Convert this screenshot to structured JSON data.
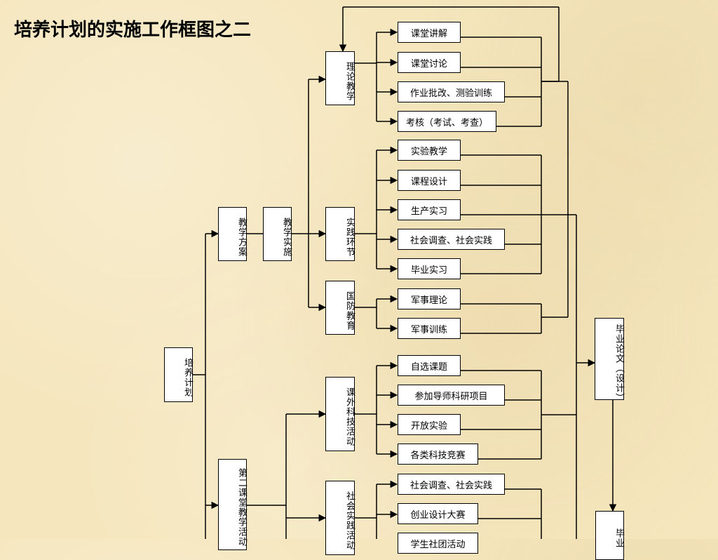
{
  "title": "培养计划的实施工作框图之二",
  "nodes": {
    "root": "培养计划",
    "teaching_plan": "教学方案",
    "teaching_impl": "教学实施",
    "second_classroom": "第二课堂教学活动",
    "theory": "理论教学",
    "practice": "实践环节",
    "defense": "国防教育",
    "extracurricular": "课外科技活动",
    "social_practice": "社会实践活动",
    "thesis": "毕业论文（设计）",
    "graduation": "毕业"
  },
  "items": {
    "theory": [
      "课堂讲解",
      "课堂讨论",
      "作业批改、测验训练",
      "考核（考试、考查）"
    ],
    "practice": [
      "实验教学",
      "课程设计",
      "生产实习",
      "社会调查、社会实践",
      "毕业实习"
    ],
    "defense": [
      "军事理论",
      "军事训练"
    ],
    "extracurricular": [
      "自选课题",
      "参加导师科研项目",
      "开放实验",
      "各类科技竞赛"
    ],
    "social_practice": [
      "社会调查、社会实践",
      "创业设计大赛",
      "学生社团活动"
    ]
  }
}
